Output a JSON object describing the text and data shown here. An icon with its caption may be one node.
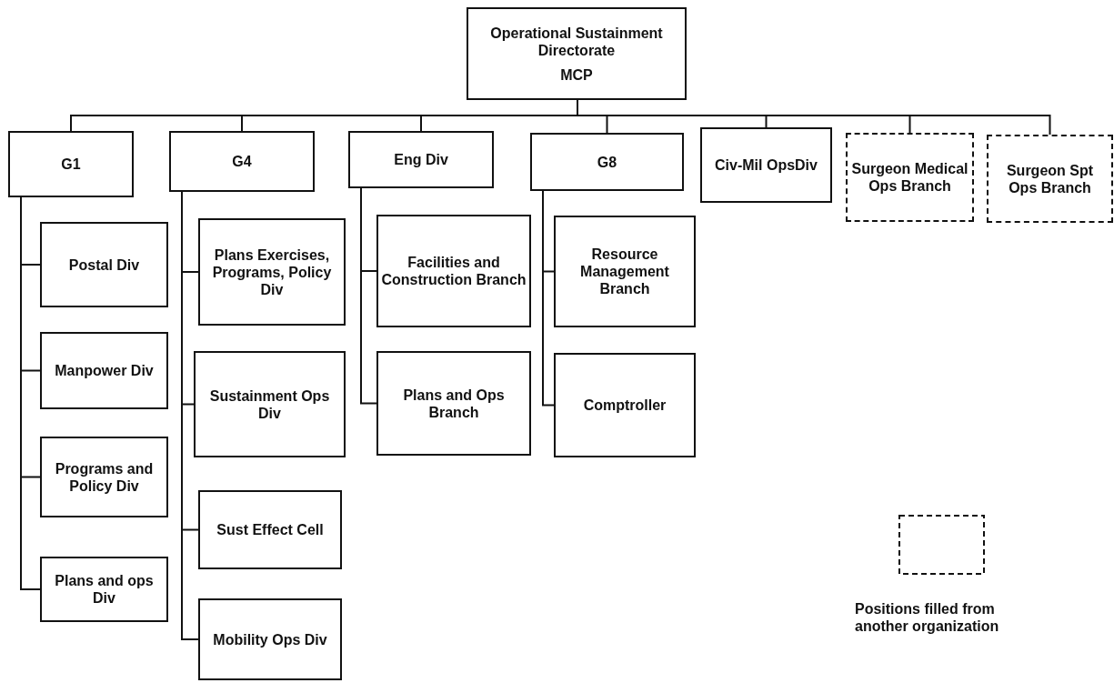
{
  "diagram": {
    "nodes": [
      {
        "text": [
          "Operational Sustainment Directorate",
          "MCP"
        ]
      },
      {
        "text": [
          "G1"
        ]
      },
      {
        "text": [
          "G4"
        ]
      },
      {
        "text": [
          "Eng Div"
        ]
      },
      {
        "text": [
          "G8"
        ]
      },
      {
        "text": [
          "Civ-Mil OpsDiv"
        ]
      },
      {
        "text": [
          "Surgeon Medical Ops Branch"
        ]
      },
      {
        "text": [
          "Surgeon Spt Ops Branch"
        ]
      },
      {
        "text": [
          "Postal Div"
        ]
      },
      {
        "text": [
          "Manpower Div"
        ]
      },
      {
        "text": [
          "Programs and Policy Div"
        ]
      },
      {
        "text": [
          "Plans and ops Div"
        ]
      },
      {
        "text": [
          "Plans Exercises, Programs, Policy Div"
        ]
      },
      {
        "text": [
          "Sustainment Ops Div"
        ]
      },
      {
        "text": [
          "Sust Effect Cell"
        ]
      },
      {
        "text": [
          "Mobility Ops Div"
        ]
      },
      {
        "text": [
          "Facilities and Construction Branch"
        ]
      },
      {
        "text": [
          "Plans and Ops Branch"
        ]
      },
      {
        "text": [
          "Resource Management Branch"
        ]
      },
      {
        "text": [
          "Comptroller"
        ]
      }
    ],
    "edges": [
      {
        "from": 0,
        "to": 1,
        "arrow": "none"
      },
      {
        "from": 0,
        "to": 2,
        "arrow": "none"
      },
      {
        "from": 0,
        "to": 3,
        "arrow": "none"
      },
      {
        "from": 0,
        "to": 4,
        "arrow": "none"
      },
      {
        "from": 0,
        "to": 5,
        "arrow": "none"
      },
      {
        "from": 0,
        "to": 6,
        "arrow": "none"
      },
      {
        "from": 0,
        "to": 7,
        "arrow": "none"
      },
      {
        "from": 1,
        "to": 8,
        "arrow": "none"
      },
      {
        "from": 1,
        "to": 9,
        "arrow": "none"
      },
      {
        "from": 1,
        "to": 10,
        "arrow": "none"
      },
      {
        "from": 1,
        "to": 11,
        "arrow": "none"
      },
      {
        "from": 2,
        "to": 12,
        "arrow": "none"
      },
      {
        "from": 2,
        "to": 13,
        "arrow": "none"
      },
      {
        "from": 2,
        "to": 14,
        "arrow": "none"
      },
      {
        "from": 2,
        "to": 15,
        "arrow": "none"
      },
      {
        "from": 3,
        "to": 16,
        "arrow": "none"
      },
      {
        "from": 3,
        "to": 17,
        "arrow": "none"
      },
      {
        "from": 4,
        "to": 18,
        "arrow": "none"
      },
      {
        "from": 4,
        "to": 19,
        "arrow": "none"
      }
    ],
    "legend": [
      {
        "text": "Positions filled from another organization"
      }
    ]
  }
}
